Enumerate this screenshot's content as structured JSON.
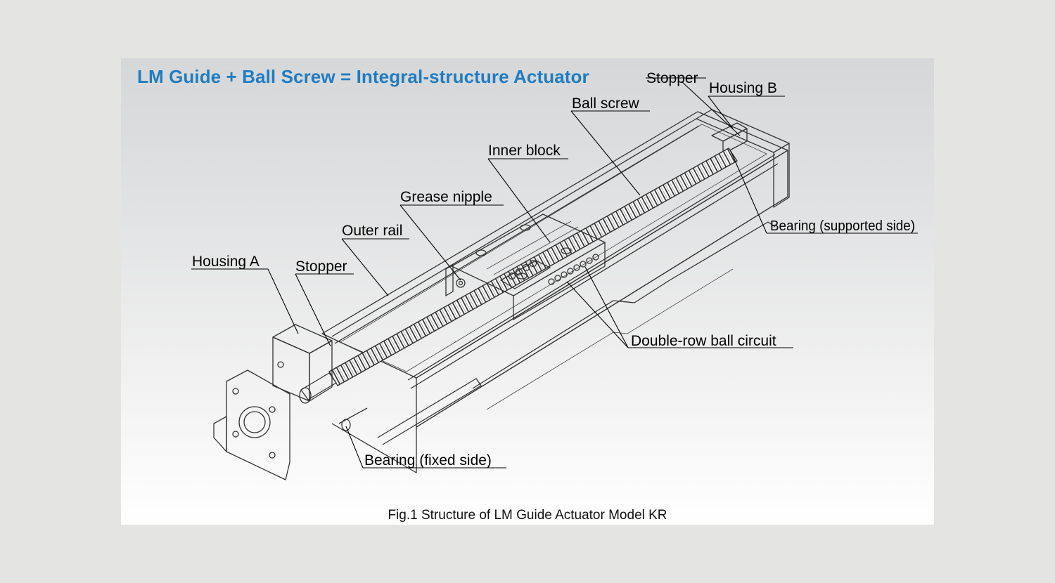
{
  "headline": "LM Guide + Ball Screw = Integral-structure Actuator",
  "caption": "Fig.1 Structure of LM Guide Actuator Model KR",
  "labels": {
    "stopper_top": "Stopper",
    "housing_b": "Housing B",
    "ball_screw": "Ball screw",
    "inner_block": "Inner block",
    "grease_nipple": "Grease nipple",
    "outer_rail": "Outer rail",
    "housing_a": "Housing A",
    "stopper_left": "Stopper",
    "bearing_supported": "Bearing (supported side)",
    "double_row": "Double-row ball circuit",
    "bearing_fixed": "Bearing (fixed side)"
  },
  "colors": {
    "headline": "#1f7cc4",
    "background": "#e4e4e2"
  }
}
